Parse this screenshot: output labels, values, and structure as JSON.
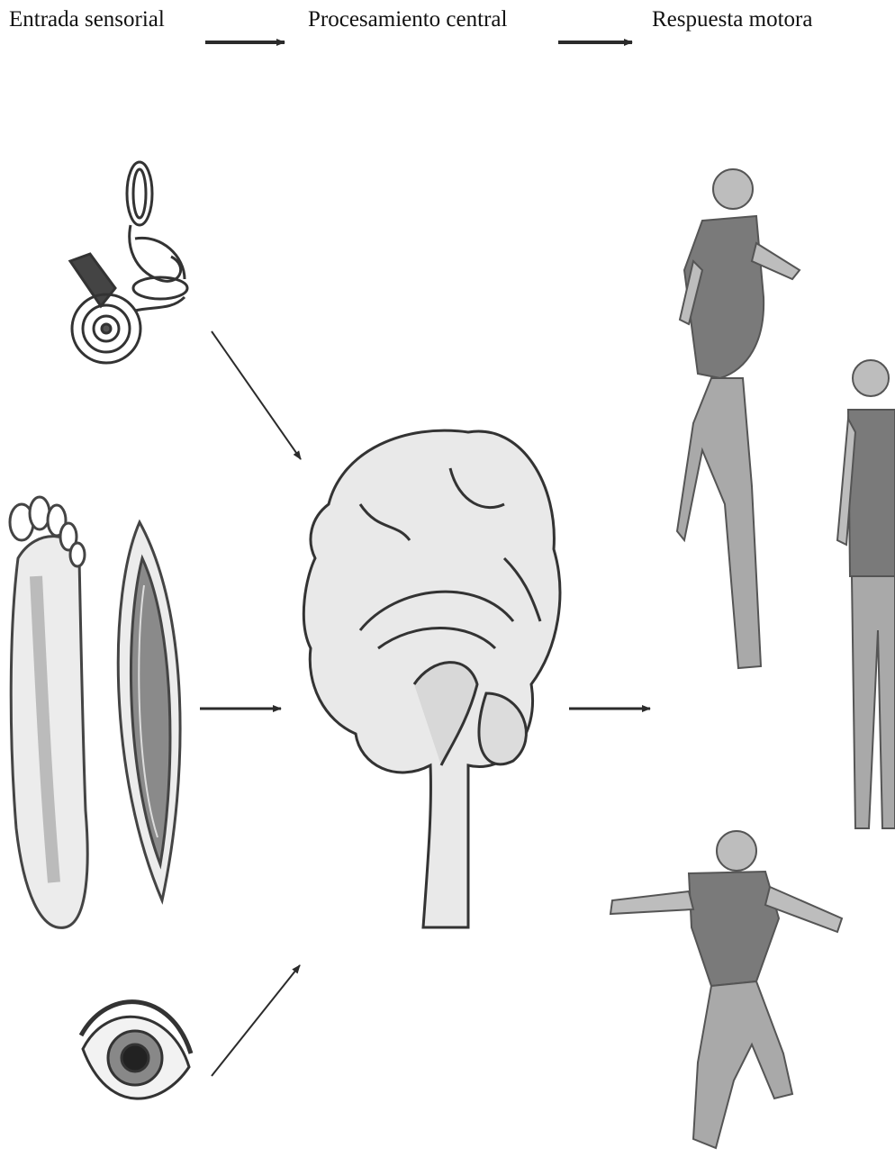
{
  "header": {
    "stage1": "Entrada sensorial",
    "stage2": "Procesamiento central",
    "stage3": "Respuesta motora"
  },
  "colors": {
    "ink": "#333333",
    "figure_shirt": "#7a7a7a",
    "figure_pants": "#a9a9a9",
    "figure_skin": "#bdbdbd",
    "brain_fill": "#e9e9e9",
    "arrow": "#2b2b2b"
  },
  "icons": [
    "inner-ear-icon",
    "foot-sole-icon",
    "muscle-spindle-icon",
    "eye-icon",
    "brain-icon",
    "running-man-icon",
    "standing-man-icon",
    "falling-man-icon"
  ]
}
